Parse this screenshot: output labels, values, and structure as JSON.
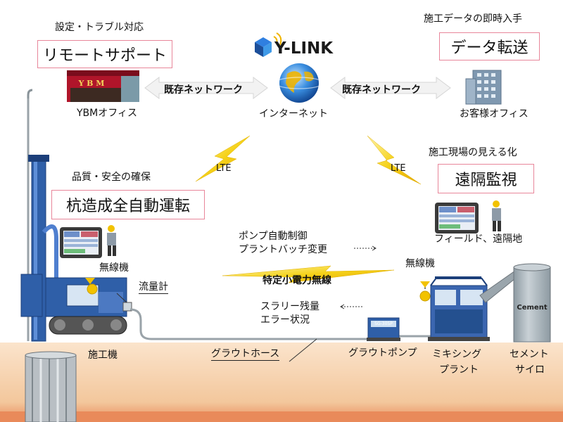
{
  "logo": {
    "text": "Y-LINK"
  },
  "top_left": {
    "caption": "設定・トラブル対応",
    "box": "リモートサポート",
    "office": "YBMオフィス",
    "sign": "Y B M"
  },
  "top_right": {
    "caption": "施工データの即時入手",
    "box": "データ転送",
    "office": "お客様オフィス"
  },
  "internet": {
    "label": "インターネット"
  },
  "links": {
    "left": "既存ネットワーク",
    "right": "既存ネットワーク"
  },
  "lte": {
    "left": "LTE",
    "right": "LTE"
  },
  "mid_left": {
    "caption": "品質・安全の確保",
    "box": "杭造成全自動運転"
  },
  "mid_right": {
    "caption": "施工現場の見える化",
    "box": "遠隔監視",
    "field": "フィールド、遠隔地"
  },
  "center": {
    "downlink_line1": "ポンプ自動制御",
    "downlink_line2": "プラントバッチ変更",
    "radio": "特定小電力無線",
    "uplink_line1": "スラリー残量",
    "uplink_line2": "エラー状況"
  },
  "labels": {
    "wireless_left": "無線機",
    "wireless_right": "無線機",
    "flowmeter": "流量計",
    "machine": "施工機",
    "hose": "グラウトホース",
    "pump": "グラウトポンプ",
    "plant_line1": "ミキシング",
    "plant_line2": "プラント",
    "silo_line1": "セメント",
    "silo_line2": "サイロ",
    "silo_print": "Cement",
    "pump_print": "SG-30SP"
  },
  "colors": {
    "box_border": "#e8869a",
    "lightning": "#f5d21a",
    "machine_blue": "#2f5fa8",
    "ground": "#f3c79c",
    "ground_edge": "#e98a5a",
    "silo": "#a9b4bb"
  }
}
